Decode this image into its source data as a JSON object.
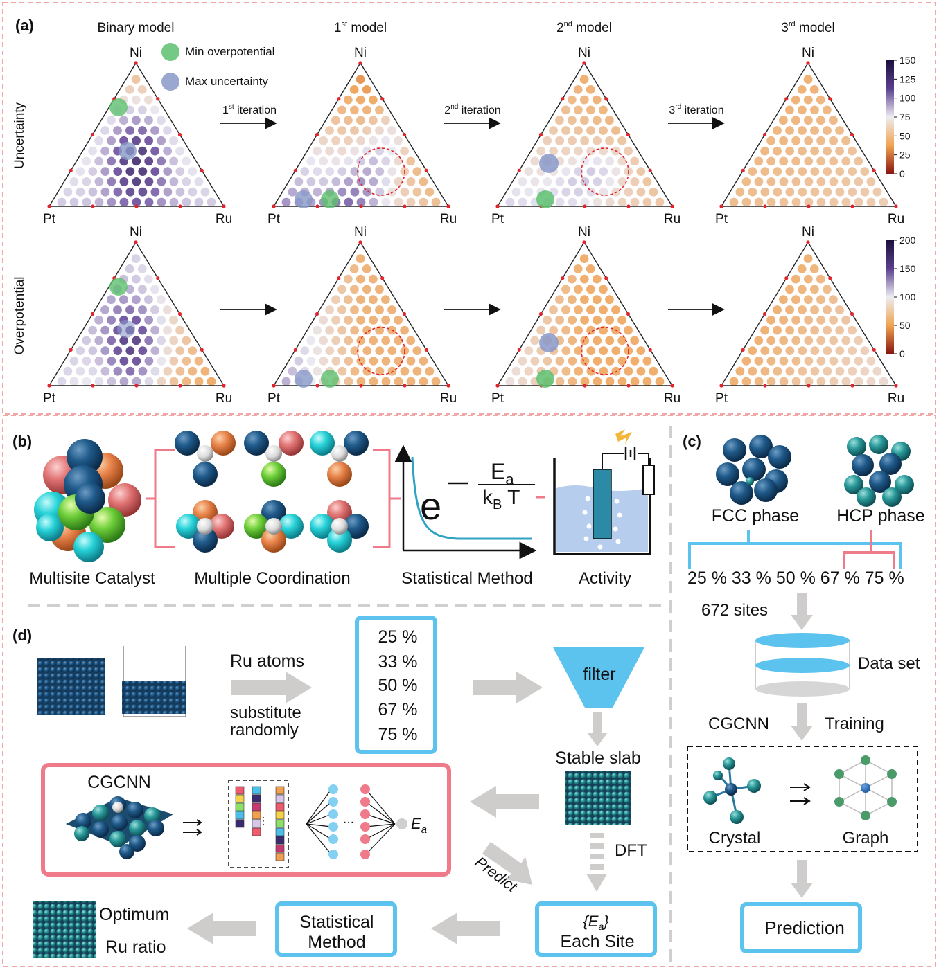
{
  "panel_a": {
    "letter": "(a)",
    "columns": [
      {
        "title": "Binary model",
        "sup": ""
      },
      {
        "title_pre": "1",
        "sup": "st",
        "title_post": " model"
      },
      {
        "title_pre": "2",
        "sup": "nd",
        "title_post": " model"
      },
      {
        "title_pre": "3",
        "sup": "rd",
        "title_post": "  model"
      }
    ],
    "row_labels": [
      "Uncertainty",
      "Overpotential"
    ],
    "vertices": {
      "top": "Ni",
      "left": "Pt",
      "right": "Ru"
    },
    "legend": {
      "min": "Min overpotential",
      "max": "Max uncertainty"
    },
    "iterations": [
      {
        "pre": "1",
        "sup": "st",
        "post": " iteration"
      },
      {
        "pre": "2",
        "sup": "nd",
        "post": " iteration"
      },
      {
        "pre": "3",
        "sup": "rd",
        "post": "  iteration"
      }
    ],
    "colorbar_uncertainty": [
      "150",
      "125",
      "100",
      "75",
      "50",
      "25",
      "0"
    ],
    "colorbar_overpotential": [
      "200",
      "150",
      "100",
      "50",
      "0"
    ],
    "colors": {
      "dark": "#2a1a4e",
      "purple": "#6b4f9e",
      "light": "#e8e6f0",
      "orange": "#f0a050",
      "red": "#8b1a1a",
      "green": "#5cbf6e",
      "blue": "#8898c8"
    }
  },
  "panel_b": {
    "letter": "(b)",
    "captions": [
      "Multisite Catalyst",
      "Multiple Coordination",
      "Statistical Method",
      "Activity"
    ],
    "formula": {
      "e": "e",
      "num": "E",
      "num_sub": "a",
      "den": "k",
      "den_sub": "B",
      "den_post": " T"
    }
  },
  "panel_c": {
    "letter": "(c)",
    "phases": [
      "FCC phase",
      "HCP phase"
    ],
    "percent_row": "25 % 33 % 50 % 67 % 75 %",
    "sites": "672 sites",
    "dataset": "Data set",
    "cgcnn": "CGCNN",
    "training": "Training",
    "crystal": "Crystal",
    "graph": "Graph",
    "prediction": "Prediction"
  },
  "panel_d": {
    "letter": "(d)",
    "ru_atoms": "Ru atoms",
    "substitute_1": "substitute",
    "substitute_2": "randomly",
    "percents": [
      "25 %",
      "33 %",
      "50 %",
      "67 %",
      "75 %"
    ],
    "filter": "filter",
    "stable_slab": "Stable slab",
    "cgcnn": "CGCNN",
    "ea": "E",
    "ea_sub": "a",
    "dft": "DFT",
    "predict": "Predict",
    "each_site_1": "{E",
    "each_site_1b": "a",
    "each_site_1c": "}",
    "each_site_2": "Each Site",
    "stat_1": "Statistical",
    "stat_2": "Method",
    "optimum_1": "Optimum",
    "optimum_2": "Ru ratio"
  }
}
